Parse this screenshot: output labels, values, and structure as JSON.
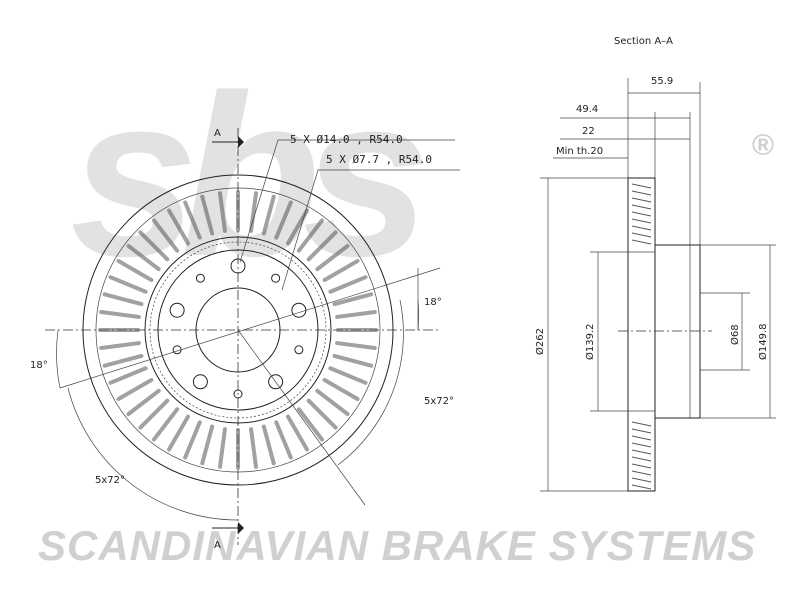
{
  "watermark": {
    "logo_text": "sbs",
    "registered_mark": "®",
    "brand_line": "SCANDINAVIAN BRAKE SYSTEMS"
  },
  "front_view": {
    "section_marker_top": "A",
    "section_marker_bottom": "A",
    "hole_callout_1": "5 X Ø14.0 , R54.0",
    "hole_callout_2": "5 X Ø7.7 , R54.0",
    "angle_right": "18°",
    "angle_left": "18°",
    "spacing_right": "5x72°",
    "spacing_bottom": "5x72°"
  },
  "section_view": {
    "title": "Section A–A",
    "dim_overall_depth": "55.9",
    "dim_hat_depth": "49.4",
    "dim_thickness": "22",
    "dim_min_thickness": "Min th.20",
    "dim_outer_diameter": "Ø262",
    "dim_hat_diameter": "Ø139.2",
    "dim_center_bore": "Ø68",
    "dim_hat_outer": "Ø149.8"
  }
}
